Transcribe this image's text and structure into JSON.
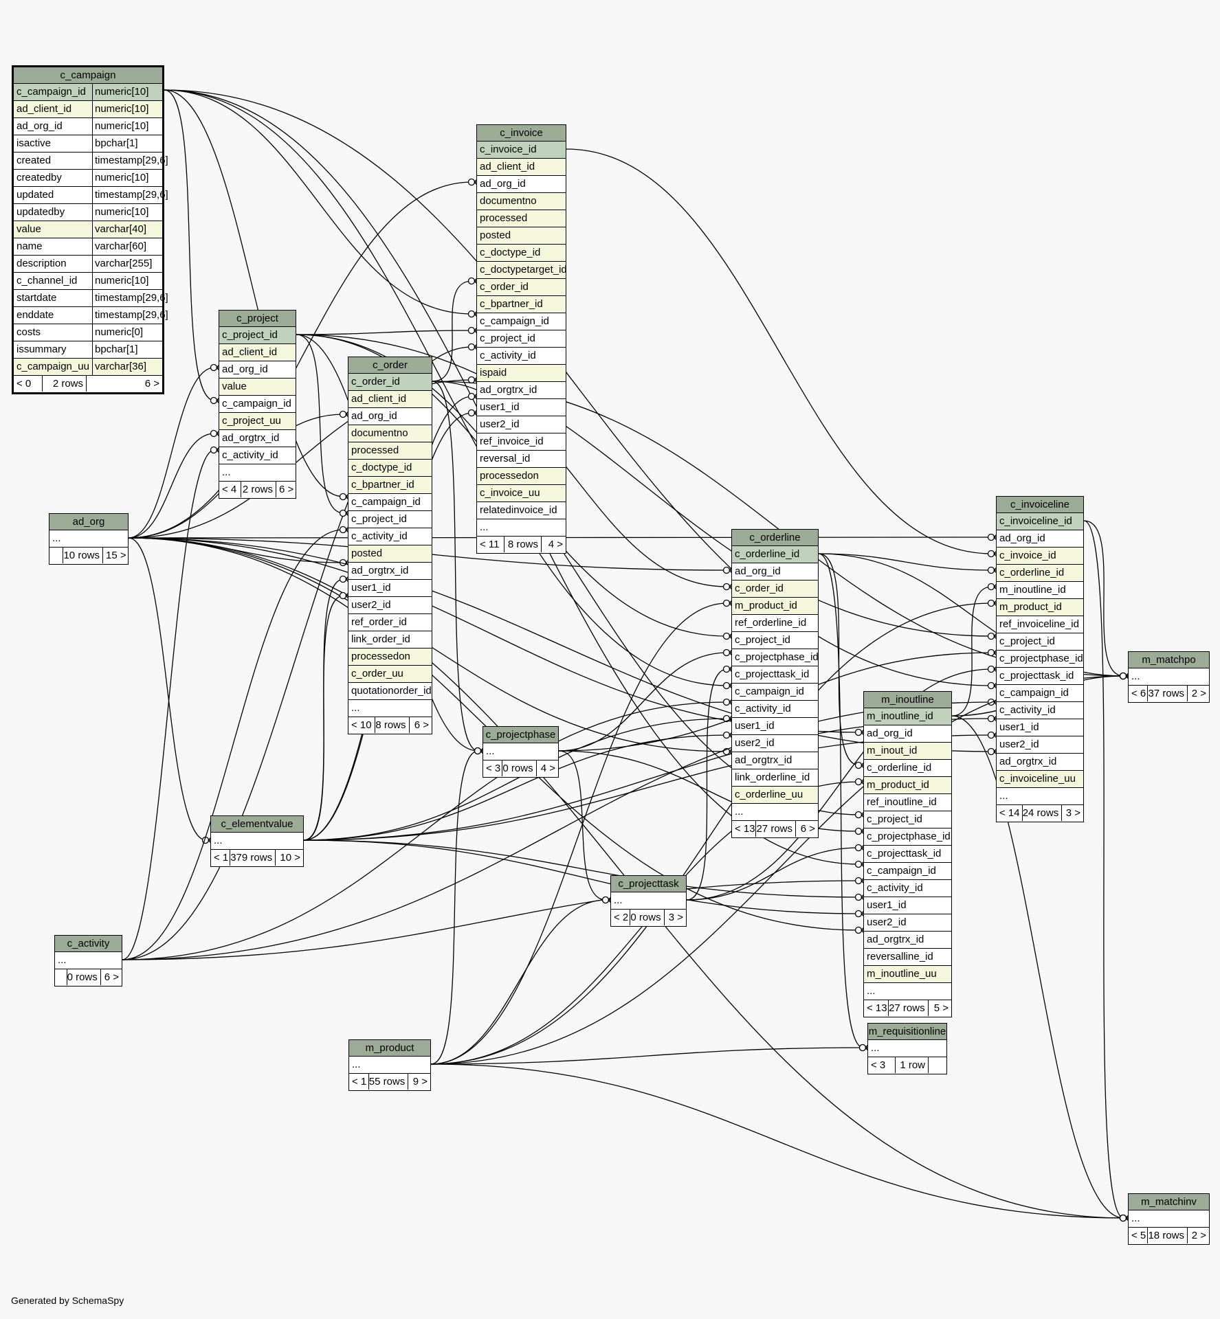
{
  "footer": "Generated by SchemaSpy",
  "colors": {
    "header": "#9bab96",
    "pk_row": "#bfd0bb",
    "fk_row": "#f4f7dc",
    "background": "#f7f7f7"
  },
  "tables": {
    "c_campaign": {
      "name": "c_campaign",
      "columns": [
        {
          "name": "c_campaign_id",
          "type": "numeric[10]",
          "kind": "pk"
        },
        {
          "name": "ad_client_id",
          "type": "numeric[10]",
          "kind": "fk"
        },
        {
          "name": "ad_org_id",
          "type": "numeric[10]",
          "kind": ""
        },
        {
          "name": "isactive",
          "type": "bpchar[1]",
          "kind": ""
        },
        {
          "name": "created",
          "type": "timestamp[29,6]",
          "kind": ""
        },
        {
          "name": "createdby",
          "type": "numeric[10]",
          "kind": ""
        },
        {
          "name": "updated",
          "type": "timestamp[29,6]",
          "kind": ""
        },
        {
          "name": "updatedby",
          "type": "numeric[10]",
          "kind": ""
        },
        {
          "name": "value",
          "type": "varchar[40]",
          "kind": "fk"
        },
        {
          "name": "name",
          "type": "varchar[60]",
          "kind": ""
        },
        {
          "name": "description",
          "type": "varchar[255]",
          "kind": ""
        },
        {
          "name": "c_channel_id",
          "type": "numeric[10]",
          "kind": ""
        },
        {
          "name": "startdate",
          "type": "timestamp[29,6]",
          "kind": ""
        },
        {
          "name": "enddate",
          "type": "timestamp[29,6]",
          "kind": ""
        },
        {
          "name": "costs",
          "type": "numeric[0]",
          "kind": ""
        },
        {
          "name": "issummary",
          "type": "bpchar[1]",
          "kind": ""
        },
        {
          "name": "c_campaign_uu",
          "type": "varchar[36]",
          "kind": "fk"
        }
      ],
      "footer": [
        "< 0",
        "2 rows",
        "6 >"
      ]
    },
    "c_project": {
      "name": "c_project",
      "columns": [
        {
          "name": "c_project_id",
          "kind": "pk"
        },
        {
          "name": "ad_client_id",
          "kind": "fk"
        },
        {
          "name": "ad_org_id",
          "kind": ""
        },
        {
          "name": "value",
          "kind": "fk"
        },
        {
          "name": "c_campaign_id",
          "kind": ""
        },
        {
          "name": "c_project_uu",
          "kind": "fk"
        },
        {
          "name": "ad_orgtrx_id",
          "kind": ""
        },
        {
          "name": "c_activity_id",
          "kind": ""
        },
        {
          "name": "...",
          "kind": ""
        }
      ],
      "footer": [
        "< 4",
        "2 rows",
        "6 >"
      ]
    },
    "c_invoice": {
      "name": "c_invoice",
      "columns": [
        {
          "name": "c_invoice_id",
          "kind": "pk"
        },
        {
          "name": "ad_client_id",
          "kind": "fk"
        },
        {
          "name": "ad_org_id",
          "kind": ""
        },
        {
          "name": "documentno",
          "kind": "fk"
        },
        {
          "name": "processed",
          "kind": "fk"
        },
        {
          "name": "posted",
          "kind": "fk"
        },
        {
          "name": "c_doctype_id",
          "kind": "fk"
        },
        {
          "name": "c_doctypetarget_id",
          "kind": "fk"
        },
        {
          "name": "c_order_id",
          "kind": "fk"
        },
        {
          "name": "c_bpartner_id",
          "kind": "fk"
        },
        {
          "name": "c_campaign_id",
          "kind": ""
        },
        {
          "name": "c_project_id",
          "kind": ""
        },
        {
          "name": "c_activity_id",
          "kind": ""
        },
        {
          "name": "ispaid",
          "kind": "fk"
        },
        {
          "name": "ad_orgtrx_id",
          "kind": ""
        },
        {
          "name": "user1_id",
          "kind": ""
        },
        {
          "name": "user2_id",
          "kind": ""
        },
        {
          "name": "ref_invoice_id",
          "kind": ""
        },
        {
          "name": "reversal_id",
          "kind": ""
        },
        {
          "name": "processedon",
          "kind": "fk"
        },
        {
          "name": "c_invoice_uu",
          "kind": "fk"
        },
        {
          "name": "relatedinvoice_id",
          "kind": ""
        },
        {
          "name": "...",
          "kind": ""
        }
      ],
      "footer": [
        "< 11",
        "8 rows",
        "4 >"
      ]
    },
    "c_order": {
      "name": "c_order",
      "columns": [
        {
          "name": "c_order_id",
          "kind": "pk"
        },
        {
          "name": "ad_client_id",
          "kind": "fk"
        },
        {
          "name": "ad_org_id",
          "kind": ""
        },
        {
          "name": "documentno",
          "kind": "fk"
        },
        {
          "name": "processed",
          "kind": "fk"
        },
        {
          "name": "c_doctype_id",
          "kind": "fk"
        },
        {
          "name": "c_bpartner_id",
          "kind": "fk"
        },
        {
          "name": "c_campaign_id",
          "kind": ""
        },
        {
          "name": "c_project_id",
          "kind": ""
        },
        {
          "name": "c_activity_id",
          "kind": ""
        },
        {
          "name": "posted",
          "kind": "fk"
        },
        {
          "name": "ad_orgtrx_id",
          "kind": ""
        },
        {
          "name": "user1_id",
          "kind": ""
        },
        {
          "name": "user2_id",
          "kind": ""
        },
        {
          "name": "ref_order_id",
          "kind": ""
        },
        {
          "name": "link_order_id",
          "kind": ""
        },
        {
          "name": "processedon",
          "kind": "fk"
        },
        {
          "name": "c_order_uu",
          "kind": "fk"
        },
        {
          "name": "quotationorder_id",
          "kind": ""
        },
        {
          "name": "...",
          "kind": ""
        }
      ],
      "footer": [
        "< 10",
        "8 rows",
        "6 >"
      ]
    },
    "ad_org": {
      "name": "ad_org",
      "columns": [
        {
          "name": "...",
          "kind": ""
        }
      ],
      "footer": [
        "",
        "10 rows",
        "15 >"
      ]
    },
    "c_activity": {
      "name": "c_activity",
      "columns": [
        {
          "name": "...",
          "kind": ""
        }
      ],
      "footer": [
        "",
        "0 rows",
        "6 >"
      ]
    },
    "c_elementvalue": {
      "name": "c_elementvalue",
      "columns": [
        {
          "name": "...",
          "kind": ""
        }
      ],
      "footer": [
        "< 1",
        "379 rows",
        "10 >"
      ]
    },
    "c_projectphase": {
      "name": "c_projectphase",
      "columns": [
        {
          "name": "...",
          "kind": ""
        }
      ],
      "footer": [
        "< 3",
        "0 rows",
        "4 >"
      ]
    },
    "c_projecttask": {
      "name": "c_projecttask",
      "columns": [
        {
          "name": "...",
          "kind": ""
        }
      ],
      "footer": [
        "< 2",
        "0 rows",
        "3 >"
      ]
    },
    "m_product": {
      "name": "m_product",
      "columns": [
        {
          "name": "...",
          "kind": ""
        }
      ],
      "footer": [
        "< 1",
        "55 rows",
        "9 >"
      ]
    },
    "c_orderline": {
      "name": "c_orderline",
      "columns": [
        {
          "name": "c_orderline_id",
          "kind": "pk"
        },
        {
          "name": "ad_org_id",
          "kind": ""
        },
        {
          "name": "c_order_id",
          "kind": "fk"
        },
        {
          "name": "m_product_id",
          "kind": "fk"
        },
        {
          "name": "ref_orderline_id",
          "kind": ""
        },
        {
          "name": "c_project_id",
          "kind": ""
        },
        {
          "name": "c_projectphase_id",
          "kind": ""
        },
        {
          "name": "c_projecttask_id",
          "kind": ""
        },
        {
          "name": "c_campaign_id",
          "kind": ""
        },
        {
          "name": "c_activity_id",
          "kind": ""
        },
        {
          "name": "user1_id",
          "kind": ""
        },
        {
          "name": "user2_id",
          "kind": ""
        },
        {
          "name": "ad_orgtrx_id",
          "kind": ""
        },
        {
          "name": "link_orderline_id",
          "kind": ""
        },
        {
          "name": "c_orderline_uu",
          "kind": "fk"
        },
        {
          "name": "...",
          "kind": ""
        }
      ],
      "footer": [
        "< 13",
        "27 rows",
        "6 >"
      ]
    },
    "m_inoutline": {
      "name": "m_inoutline",
      "columns": [
        {
          "name": "m_inoutline_id",
          "kind": "pk"
        },
        {
          "name": "ad_org_id",
          "kind": ""
        },
        {
          "name": "m_inout_id",
          "kind": "fk"
        },
        {
          "name": "c_orderline_id",
          "kind": ""
        },
        {
          "name": "m_product_id",
          "kind": "fk"
        },
        {
          "name": "ref_inoutline_id",
          "kind": ""
        },
        {
          "name": "c_project_id",
          "kind": ""
        },
        {
          "name": "c_projectphase_id",
          "kind": ""
        },
        {
          "name": "c_projecttask_id",
          "kind": ""
        },
        {
          "name": "c_campaign_id",
          "kind": ""
        },
        {
          "name": "c_activity_id",
          "kind": ""
        },
        {
          "name": "user1_id",
          "kind": ""
        },
        {
          "name": "user2_id",
          "kind": ""
        },
        {
          "name": "ad_orgtrx_id",
          "kind": ""
        },
        {
          "name": "reversalline_id",
          "kind": ""
        },
        {
          "name": "m_inoutline_uu",
          "kind": "fk"
        },
        {
          "name": "...",
          "kind": ""
        }
      ],
      "footer": [
        "< 13",
        "27 rows",
        "5 >"
      ]
    },
    "c_invoiceline": {
      "name": "c_invoiceline",
      "columns": [
        {
          "name": "c_invoiceline_id",
          "kind": "pk"
        },
        {
          "name": "ad_org_id",
          "kind": ""
        },
        {
          "name": "c_invoice_id",
          "kind": "fk"
        },
        {
          "name": "c_orderline_id",
          "kind": "fk"
        },
        {
          "name": "m_inoutline_id",
          "kind": ""
        },
        {
          "name": "m_product_id",
          "kind": "fk"
        },
        {
          "name": "ref_invoiceline_id",
          "kind": ""
        },
        {
          "name": "c_project_id",
          "kind": ""
        },
        {
          "name": "c_projectphase_id",
          "kind": ""
        },
        {
          "name": "c_projecttask_id",
          "kind": ""
        },
        {
          "name": "c_campaign_id",
          "kind": ""
        },
        {
          "name": "c_activity_id",
          "kind": ""
        },
        {
          "name": "user1_id",
          "kind": ""
        },
        {
          "name": "user2_id",
          "kind": ""
        },
        {
          "name": "ad_orgtrx_id",
          "kind": ""
        },
        {
          "name": "c_invoiceline_uu",
          "kind": "fk"
        },
        {
          "name": "...",
          "kind": ""
        }
      ],
      "footer": [
        "< 14",
        "24 rows",
        "3 >"
      ]
    },
    "m_requisitionline": {
      "name": "m_requisitionline",
      "columns": [
        {
          "name": "...",
          "kind": ""
        }
      ],
      "footer": [
        "< 3",
        "1 row",
        ""
      ]
    },
    "m_matchpo": {
      "name": "m_matchpo",
      "columns": [
        {
          "name": "...",
          "kind": ""
        }
      ],
      "footer": [
        "< 6",
        "37 rows",
        "2 >"
      ]
    },
    "m_matchinv": {
      "name": "m_matchinv",
      "columns": [
        {
          "name": "...",
          "kind": ""
        }
      ],
      "footer": [
        "< 5",
        "18 rows",
        "2 >"
      ]
    }
  }
}
